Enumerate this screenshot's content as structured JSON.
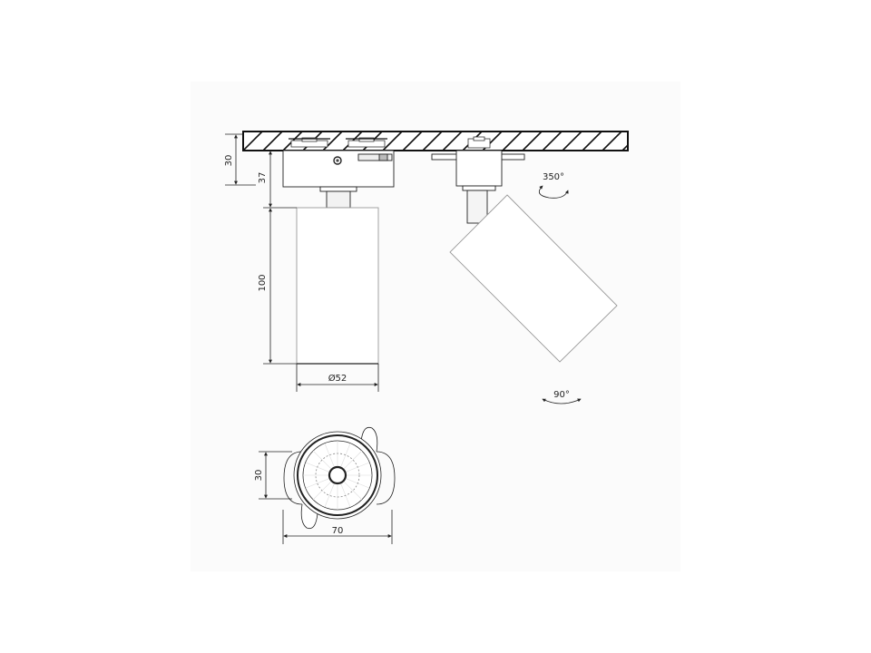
{
  "drawing": {
    "title": "Track spotlight dimensional drawing",
    "background_color": "#fbfbfb",
    "line_color": "#111111",
    "units": "mm"
  },
  "dimensions": {
    "track_height": "30",
    "adapter_height": "37",
    "body_length": "100",
    "body_diameter": "Ø52",
    "bottom_view_height": "30",
    "bottom_view_width": "70"
  },
  "annotations": {
    "rotation_horizontal": "350°",
    "tilt_vertical": "90°"
  },
  "views": [
    {
      "name": "side-view-straight"
    },
    {
      "name": "side-view-tilted"
    },
    {
      "name": "bottom-view"
    }
  ]
}
